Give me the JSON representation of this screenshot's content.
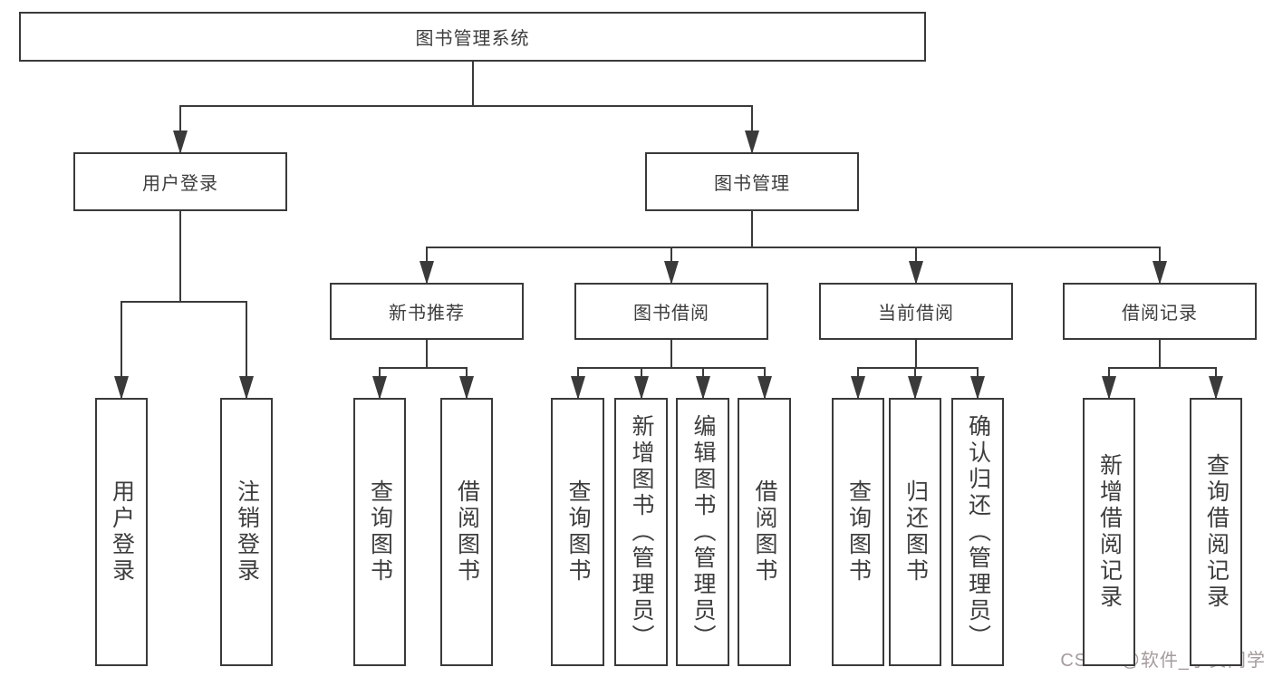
{
  "watermark": "CSDN @软件_小贺同学",
  "colors": {
    "line": "#3a3a3a",
    "text": "#3d3d3d",
    "background": "#ffffff",
    "watermark": "#a59b9b"
  },
  "diagram": {
    "root": {
      "id": "root",
      "label": "图书管理系统",
      "children": [
        {
          "id": "user-login",
          "label": "用户登录",
          "children": [
            {
              "id": "user-login-leaf",
              "label": "用户登录"
            },
            {
              "id": "logout-leaf",
              "label": "注销登录"
            }
          ]
        },
        {
          "id": "book-mgmt",
          "label": "图书管理",
          "children": [
            {
              "id": "new-book-rec",
              "label": "新书推荐",
              "children": [
                {
                  "id": "nbr-query",
                  "label": "查询图书"
                },
                {
                  "id": "nbr-borrow",
                  "label": "借阅图书"
                }
              ]
            },
            {
              "id": "book-borrow",
              "label": "图书借阅",
              "children": [
                {
                  "id": "bb-query",
                  "label": "查询图书"
                },
                {
                  "id": "bb-add",
                  "label": "新增图书（管理员）"
                },
                {
                  "id": "bb-edit",
                  "label": "编辑图书（管理员）"
                },
                {
                  "id": "bb-borrow",
                  "label": "借阅图书"
                }
              ]
            },
            {
              "id": "current-borrow",
              "label": "当前借阅",
              "children": [
                {
                  "id": "cb-query",
                  "label": "查询图书"
                },
                {
                  "id": "cb-return",
                  "label": "归还图书"
                },
                {
                  "id": "cb-confirm",
                  "label": "确认归还（管理员）"
                }
              ]
            },
            {
              "id": "borrow-records",
              "label": "借阅记录",
              "children": [
                {
                  "id": "br-add",
                  "label": "新增借阅记录"
                },
                {
                  "id": "br-query",
                  "label": "查询借阅记录"
                }
              ]
            }
          ]
        }
      ]
    }
  }
}
